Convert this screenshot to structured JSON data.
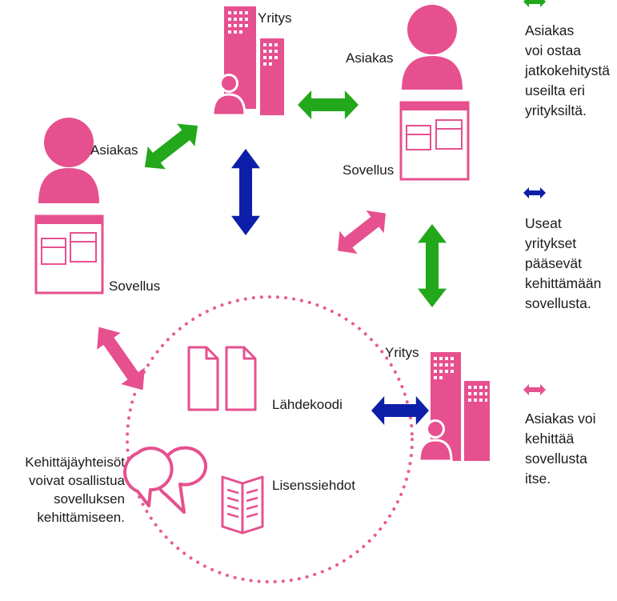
{
  "colors": {
    "pink": "#e6508f",
    "green": "#22a81a",
    "blue": "#0d1ea8",
    "dotted": "#e85b93"
  },
  "nodes": {
    "company_top": "Yritys",
    "company_bottom": "Yritys",
    "customer_left": "Asiakas",
    "customer_right": "Asiakas",
    "app_left": "Sovellus",
    "app_right": "Sovellus",
    "source_code": "Lähdekoodi",
    "license_terms": "Lisenssiehdot",
    "community_lines": [
      "Kehittäjäyhteisöt",
      "voivat osallistua",
      "sovelluksen",
      "kehittämiseen."
    ]
  },
  "legend": [
    {
      "color": "green",
      "lines": [
        "Asiakas",
        "voi ostaa",
        "jatkokehitystä",
        "useilta eri",
        "yrityksiltä."
      ]
    },
    {
      "color": "blue",
      "lines": [
        "Useat",
        "yritykset",
        "pääsevät",
        "kehittämään",
        "sovellusta."
      ]
    },
    {
      "color": "pink",
      "lines": [
        "Asiakas voi",
        "kehittää",
        "sovellusta",
        "itse."
      ]
    }
  ],
  "icons": [
    "building-icon",
    "person-icon",
    "app-window-icon",
    "document-icon",
    "book-icon",
    "speech-bubbles-icon",
    "double-arrow-icon"
  ]
}
